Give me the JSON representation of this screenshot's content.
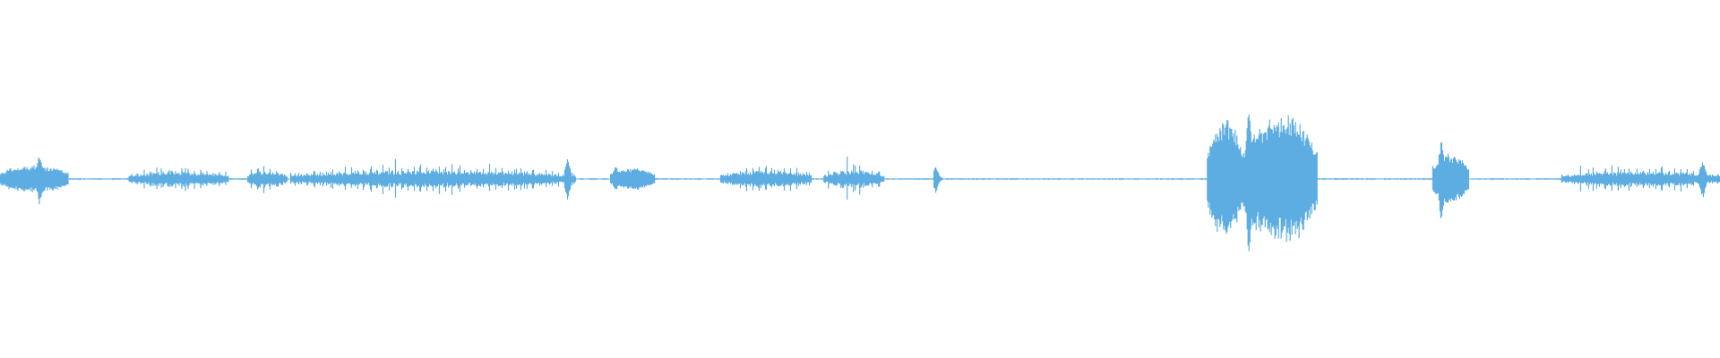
{
  "waveform": {
    "color": "#5DADE2",
    "background": "#ffffff",
    "baseline_amplitude": 0.004,
    "segments": [
      {
        "name": "burst-1",
        "start": 0.0,
        "end": 0.04,
        "amplitude": 0.07,
        "peak": 0.13,
        "peak_at": 0.023,
        "style": "blob"
      },
      {
        "name": "burst-2",
        "start": 0.075,
        "end": 0.133,
        "amplitude": 0.04,
        "peak": 0.045,
        "peak_at": 0.1,
        "style": "comb"
      },
      {
        "name": "burst-3",
        "start": 0.144,
        "end": 0.167,
        "amplitude": 0.045,
        "peak": 0.05,
        "peak_at": 0.15,
        "style": "comb"
      },
      {
        "name": "burst-4",
        "start": 0.169,
        "end": 0.335,
        "amplitude": 0.045,
        "peak": 0.11,
        "peak_at": 0.33,
        "style": "comb"
      },
      {
        "name": "burst-5",
        "start": 0.355,
        "end": 0.381,
        "amplitude": 0.055,
        "peak": 0.065,
        "peak_at": 0.358,
        "style": "blob"
      },
      {
        "name": "burst-6",
        "start": 0.419,
        "end": 0.472,
        "amplitude": 0.045,
        "peak": 0.05,
        "peak_at": 0.44,
        "style": "comb"
      },
      {
        "name": "burst-7",
        "start": 0.479,
        "end": 0.514,
        "amplitude": 0.045,
        "peak": 0.05,
        "peak_at": 0.49,
        "style": "comb"
      },
      {
        "name": "click-1",
        "start": 0.543,
        "end": 0.548,
        "amplitude": 0.02,
        "peak": 0.07,
        "peak_at": 0.544,
        "style": "spike"
      },
      {
        "name": "burst-8",
        "start": 0.702,
        "end": 0.723,
        "amplitude": 0.3,
        "peak": 0.36,
        "peak_at": 0.713,
        "style": "blob"
      },
      {
        "name": "burst-9",
        "start": 0.723,
        "end": 0.766,
        "amplitude": 0.33,
        "peak": 0.4,
        "peak_at": 0.726,
        "style": "blob"
      },
      {
        "name": "burst-10",
        "start": 0.833,
        "end": 0.854,
        "amplitude": 0.13,
        "peak": 0.22,
        "peak_at": 0.838,
        "style": "blob"
      },
      {
        "name": "burst-11",
        "start": 0.908,
        "end": 1.0,
        "amplitude": 0.04,
        "peak": 0.1,
        "peak_at": 0.99,
        "style": "comb"
      }
    ]
  }
}
